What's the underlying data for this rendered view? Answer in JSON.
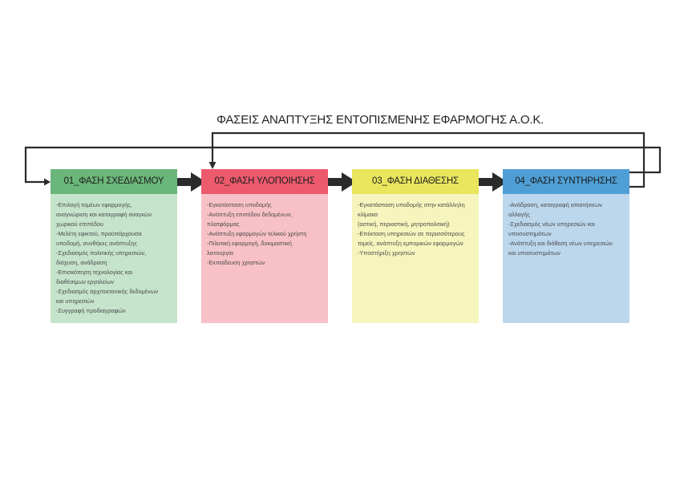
{
  "title": "ΦΑΣΕΙΣ ΑΝΑΠΤΥΞΗΣ ΕΝΤΟΠΙΣΜΕΝΗΣ ΕΦΑΡΜΟΓΗΣ Α.Ο.Κ.",
  "colors": {
    "arrow": "#2b2b2b",
    "background": "#ffffff"
  },
  "phases": [
    {
      "label": "01_ΦΑΣΗ ΣΧΕΔΙΑΣΜΟΥ",
      "header_color": "#6bb67a",
      "body_color": "#c6e4cb",
      "items": [
        "-Επιλογή τομέων εφαρμογής,\nαναγνώριση και καταγραφή αναγκών\nχωρικού επιπέδου",
        "-Μελέτη εφικτού, προϋπάρχουσα\nυποδομή, συνθήκες ανάπτυξης",
        "-Σχεδιασμός πολιτικής υπηρεσιών,\nδιάχυση, ανάδραση",
        "-Επισκόπηση τεχνολογίας και\nδιαθέσιμων εργαλείων",
        "-Σχεδιασμός αρχιτεκτονικής δεδομένων\nκαι υπηρεσιών",
        "-Συγγραφή προδιαγραφών"
      ]
    },
    {
      "label": "02_ΦΑΣΗ ΥΛΟΠΟΙΗΣΗΣ",
      "header_color": "#ed5a6d",
      "body_color": "#f8c1c8",
      "items": [
        "-Εγκατάσταση υποδομής",
        "-Ανάπτυξη επιπέδου δεδομένων,\nπλατφόρμας",
        "-Ανάπτυξη εφαρμογών τελικού χρήστη",
        "-Πιλοτική εφαρμογή, δοκιμαστική\nλειτουργία",
        "-Εκπαίδευση χρηστών"
      ]
    },
    {
      "label": "03_ΦΑΣΗ ΔΙΑΘΕΣΗΣ",
      "header_color": "#e9e65e",
      "body_color": "#f6f5bd",
      "items": [
        "-Εγκατάσταση υποδομής στην κατάλληλη\nκλίμακα\n(αστική, περιαστική, μητροπολιτική)",
        "-Επέκταση υπηρεσιών σε περισσότερους\nτομείς, ανάπτυξη εμπορικών εφαρμογών",
        "-Υποστήριξη χρηστών"
      ]
    },
    {
      "label": "04_ΦΑΣΗ ΣΥΝΤΗΡΗΣΗΣ",
      "header_color": "#4f9fd6",
      "body_color": "#bcd7ec",
      "items": [
        "-Ανάδραση, καταγραφή απαιτήσεων\nαλλαγής",
        "-Σχεδιασμός νέων υπηρεσιών και\nυποσυστημάτων",
        "-Ανάπτυξη και διάθεση νέων υπηρεσιών\nκαι υποσυστημάτων"
      ]
    }
  ]
}
